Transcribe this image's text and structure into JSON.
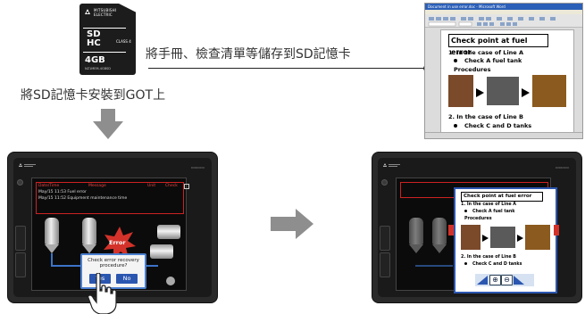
{
  "sd_card": {
    "brand": "MITSUBISHI ELECTRIC",
    "type_label": "SD",
    "type_sub": "HC",
    "class_label": "CLASS 4",
    "capacity": "4GB",
    "model": "NZ1MEM-4GBSD"
  },
  "captions": {
    "save_to_sd": "將手冊、檢查清單等儲存到SD記憶卡",
    "install_sd": "將SD記憶卡安裝到GOT上"
  },
  "document": {
    "window_title": "Document in use error.doc - Microsoft Word",
    "title": "Check point at fuel error",
    "line_a": "1.   In the case of Line A",
    "check_a": "Check A fuel tank",
    "procedures": "Procedures",
    "line_b": "2.   In the case of Line B",
    "check_b": "Check C and D tanks"
  },
  "left_screen": {
    "headers": [
      "Date/Time",
      "Message",
      "Unit",
      "Check"
    ],
    "rows": [
      "May/15 11:53  Fuel error",
      "May/15 11:52  Equipment maintenance time"
    ],
    "error_label": "Error",
    "dialog_text_1": "Check error recovery",
    "dialog_text_2": "procedure?",
    "yes_label": "Yes",
    "no_label": "No"
  },
  "right_screen": {
    "title": "Check point at fuel error",
    "line_a": "1.   In the case of Line A",
    "check_a": "Check A fuel tank",
    "procedures": "Procedures",
    "line_b": "2.   In the case of Line B",
    "check_b": "Check C and D tanks"
  },
  "panel_brand": "MITSUBISHI ELECTRIC",
  "colors": {
    "arrow_gray": "#8e8e8e",
    "accent_blue": "#2b56b0",
    "error_red": "#d3322a"
  }
}
